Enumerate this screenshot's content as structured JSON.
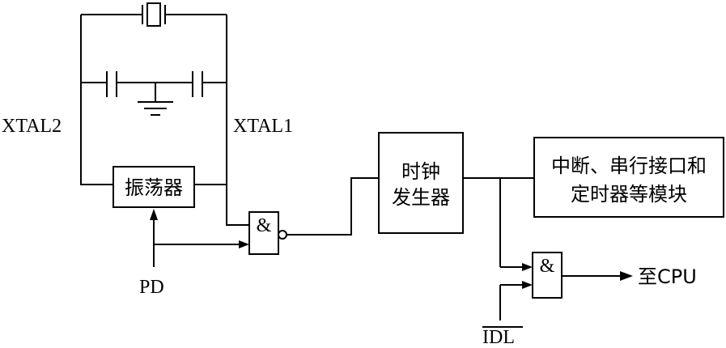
{
  "labels": {
    "xtal2": "XTAL2",
    "xtal1": "XTAL1",
    "pd": "PD",
    "idl": "IDL",
    "to_cpu": "至CPU"
  },
  "blocks": {
    "oscillator": "振荡器",
    "clock_line1": "时钟",
    "clock_line2": "发生器",
    "modules_line1": "中断、串行接口和",
    "modules_line2": "定时器等模块"
  },
  "gates": {
    "and1": "&",
    "and2": "&"
  }
}
